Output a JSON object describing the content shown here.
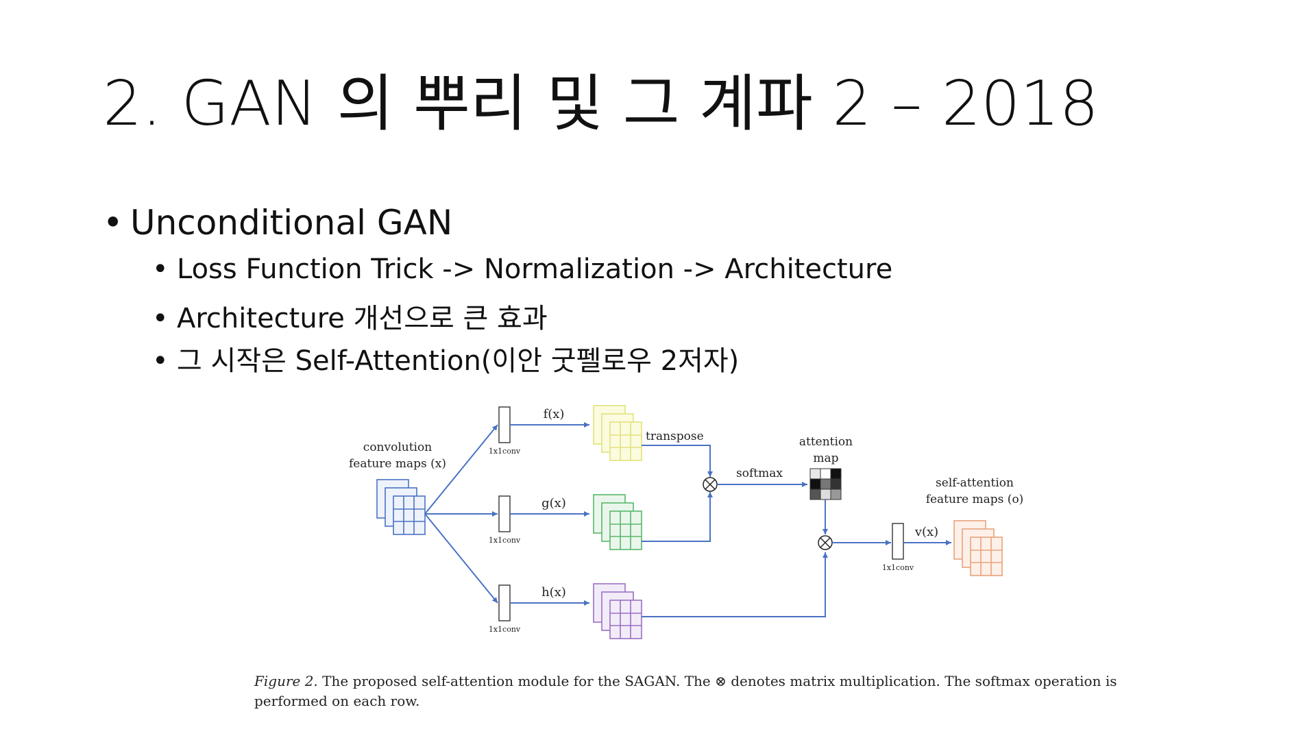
{
  "slide": {
    "title": "2. GAN 의 뿌리 및 그 계파 2 – 2018"
  },
  "bullets": {
    "level1": "Unconditional GAN",
    "level2": [
      "Loss Function Trick -> Normalization -> Architecture",
      "Architecture 개선으로 큰 효과",
      "그 시작은 Self-Attention(이안 굿펠로우 2저자)"
    ]
  },
  "diagram": {
    "input_label_line1": "convolution",
    "input_label_line2": "feature maps (x)",
    "conv_label": "1x1conv",
    "f_label": "f(x)",
    "g_label": "g(x)",
    "h_label": "h(x)",
    "v_label": "v(x)",
    "transpose_label": "transpose",
    "softmax_label": "softmax",
    "attention_label_line1": "attention",
    "attention_label_line2": "map",
    "output_label_line1": "self-attention",
    "output_label_line2": "feature maps (o)",
    "colors": {
      "arrow": "#4a72c4",
      "input": "#4a72c4",
      "f": "#e3e27a",
      "g": "#57b86a",
      "h": "#9a6fc4",
      "output": "#e8a27a"
    }
  },
  "caption": {
    "figure_label": "Figure 2.",
    "text": " The proposed self-attention module for the SAGAN. The ⊗ denotes matrix multiplication. The softmax operation is performed on each row."
  }
}
